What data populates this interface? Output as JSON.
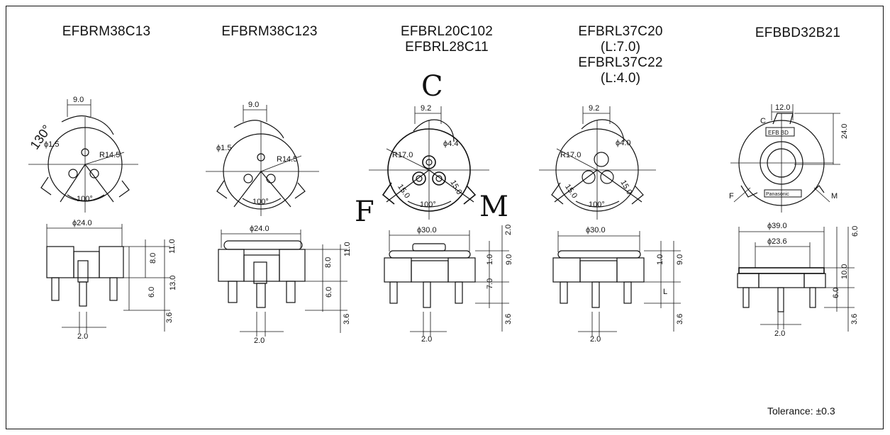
{
  "parts": [
    {
      "name": "EFBRM38C13",
      "extra": [],
      "hole_dia": "ϕ1.5",
      "pitch": "9.0",
      "radius": "R14.5",
      "angle": "100°",
      "body_dia": "ϕ24.0",
      "height": "11.0",
      "shaft": "8.0",
      "pin_len": "13.0",
      "pin_sub": "6.0",
      "tip": "3.6",
      "pin_pitch": "2.0"
    },
    {
      "name": "EFBRM38C123",
      "extra": [],
      "hole_dia": "ϕ1.5",
      "pitch": "9.0",
      "radius": "R14.5",
      "angle": "100°",
      "body_dia": "ϕ24.0",
      "height": "11.0",
      "shaft": "8.0",
      "pin_sub": "6.0",
      "tip": "3.6",
      "pin_pitch": "2.0"
    },
    {
      "name": "EFBRL20C102",
      "extra": [
        "EFBRL28C11"
      ],
      "hole_dia": "ϕ4.4",
      "pitch": "9.2",
      "radius": "R17.0",
      "side_left": "15.0",
      "side_right": "15.0",
      "angle": "100°",
      "body_dia": "ϕ30.0",
      "top": "2.0",
      "height": "9.0",
      "step": "1.0",
      "pin_sub": "7.0",
      "tip": "3.6",
      "pin_pitch": "2.0"
    },
    {
      "name": "EFBRL37C20",
      "extra": [
        "(L:7.0)",
        "EFBRL37C22",
        "(L:4.0)"
      ],
      "hole_dia": "ϕ4.0",
      "pitch": "9.2",
      "radius": "R17.0",
      "side_left": "15.0",
      "side_right": "15.0",
      "angle": "100°",
      "body_dia": "ϕ30.0",
      "height": "9.0",
      "step": "1.0",
      "pin_sub": "L",
      "tip": "3.6",
      "pin_pitch": "2.0"
    },
    {
      "name": "EFBBD32B21",
      "extra": [],
      "pitch": "12.0",
      "height_top": "24.0",
      "label_c": "C",
      "label_f": "F",
      "label_m": "M",
      "body_text": "EFB BD",
      "brand": "Panasonic",
      "body_dia": "ϕ39.0",
      "inner_dia": "ϕ23.6",
      "top": "6.0",
      "height": "10.0",
      "pin_sub": "6.0",
      "tip": "3.6",
      "pin_pitch": "2.0"
    }
  ],
  "handwritten": {
    "c": "C",
    "f": "F",
    "m": "M",
    "angle_note": "130°"
  },
  "tolerance": "Tolerance: ±0.3"
}
